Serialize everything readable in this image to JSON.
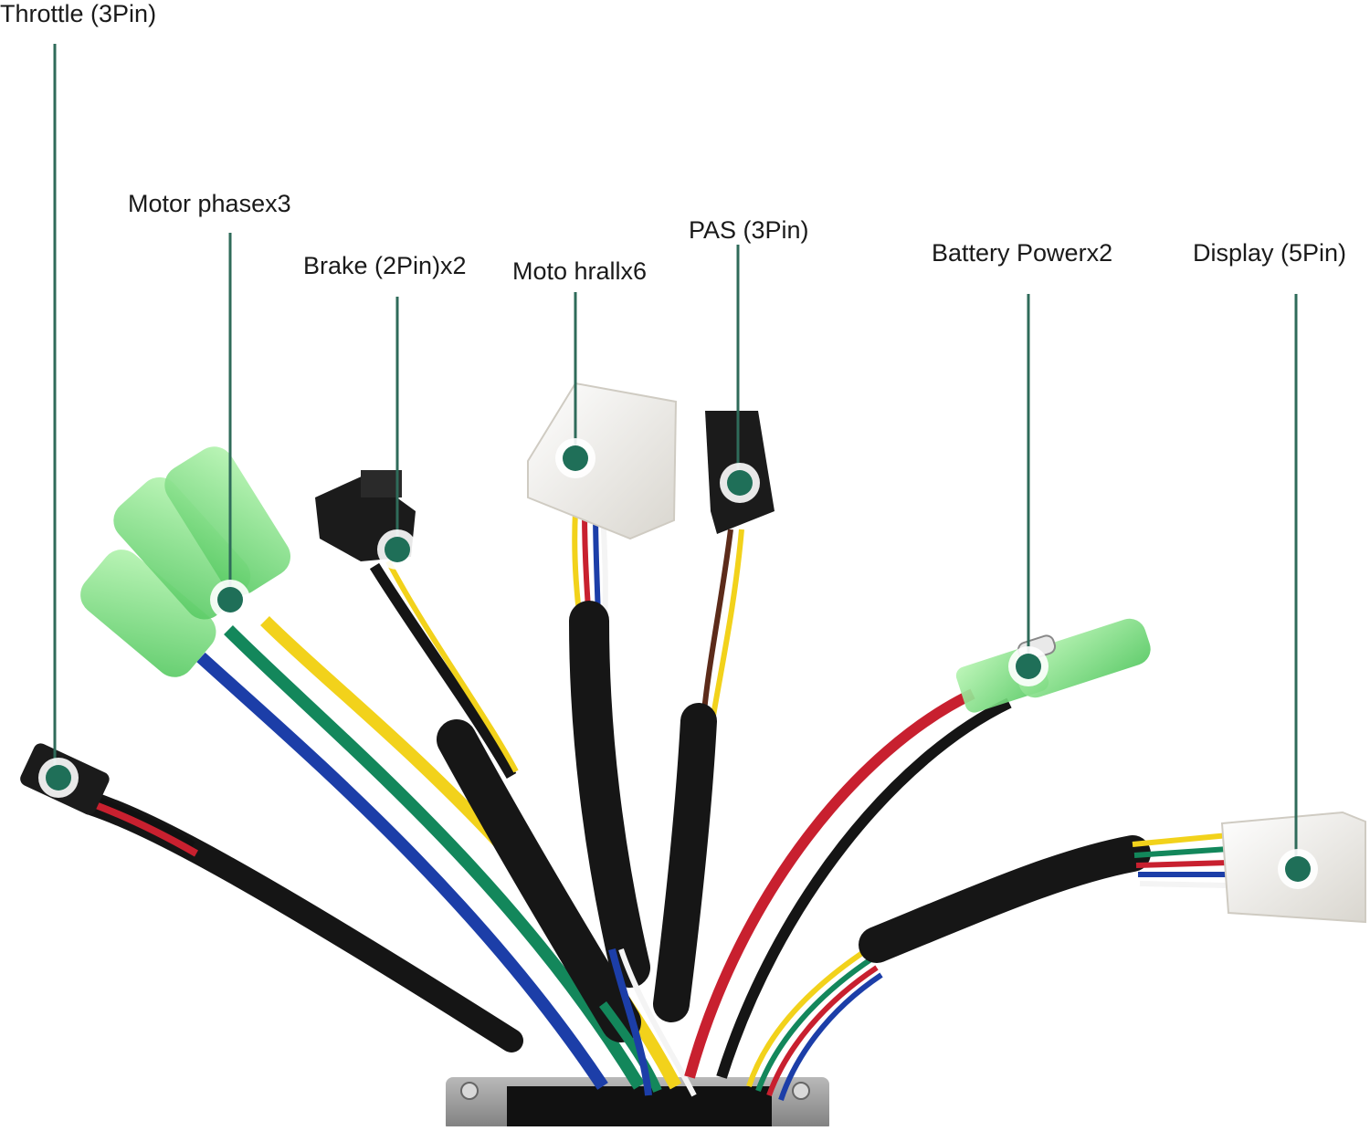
{
  "labels": {
    "throttle": "Throttle (3Pin)",
    "motor_phase": "Motor phasex3",
    "brake": "Brake (2Pin)x2",
    "motor_hall": "Moto hrallx6",
    "pas": "PAS (3Pin)",
    "battery_power": "Battery Powerx2",
    "display": "Display (5Pin)"
  },
  "colors": {
    "leader_line": "#2f6b5a",
    "marker_dot": "#1f6f58",
    "marker_ring": "#ffffff",
    "connector_green": "#7fe08a",
    "connector_white": "#f1efea",
    "connector_black": "#1b1b1b",
    "heatshrink": "#161616",
    "wire_red": "#c8202f",
    "wire_yellow": "#f2d21b",
    "wire_green": "#13875b",
    "wire_blue": "#1c3ea8",
    "wire_black": "#151515",
    "wire_white": "#f4f4f4",
    "controller_body": "#8a8a8a"
  }
}
